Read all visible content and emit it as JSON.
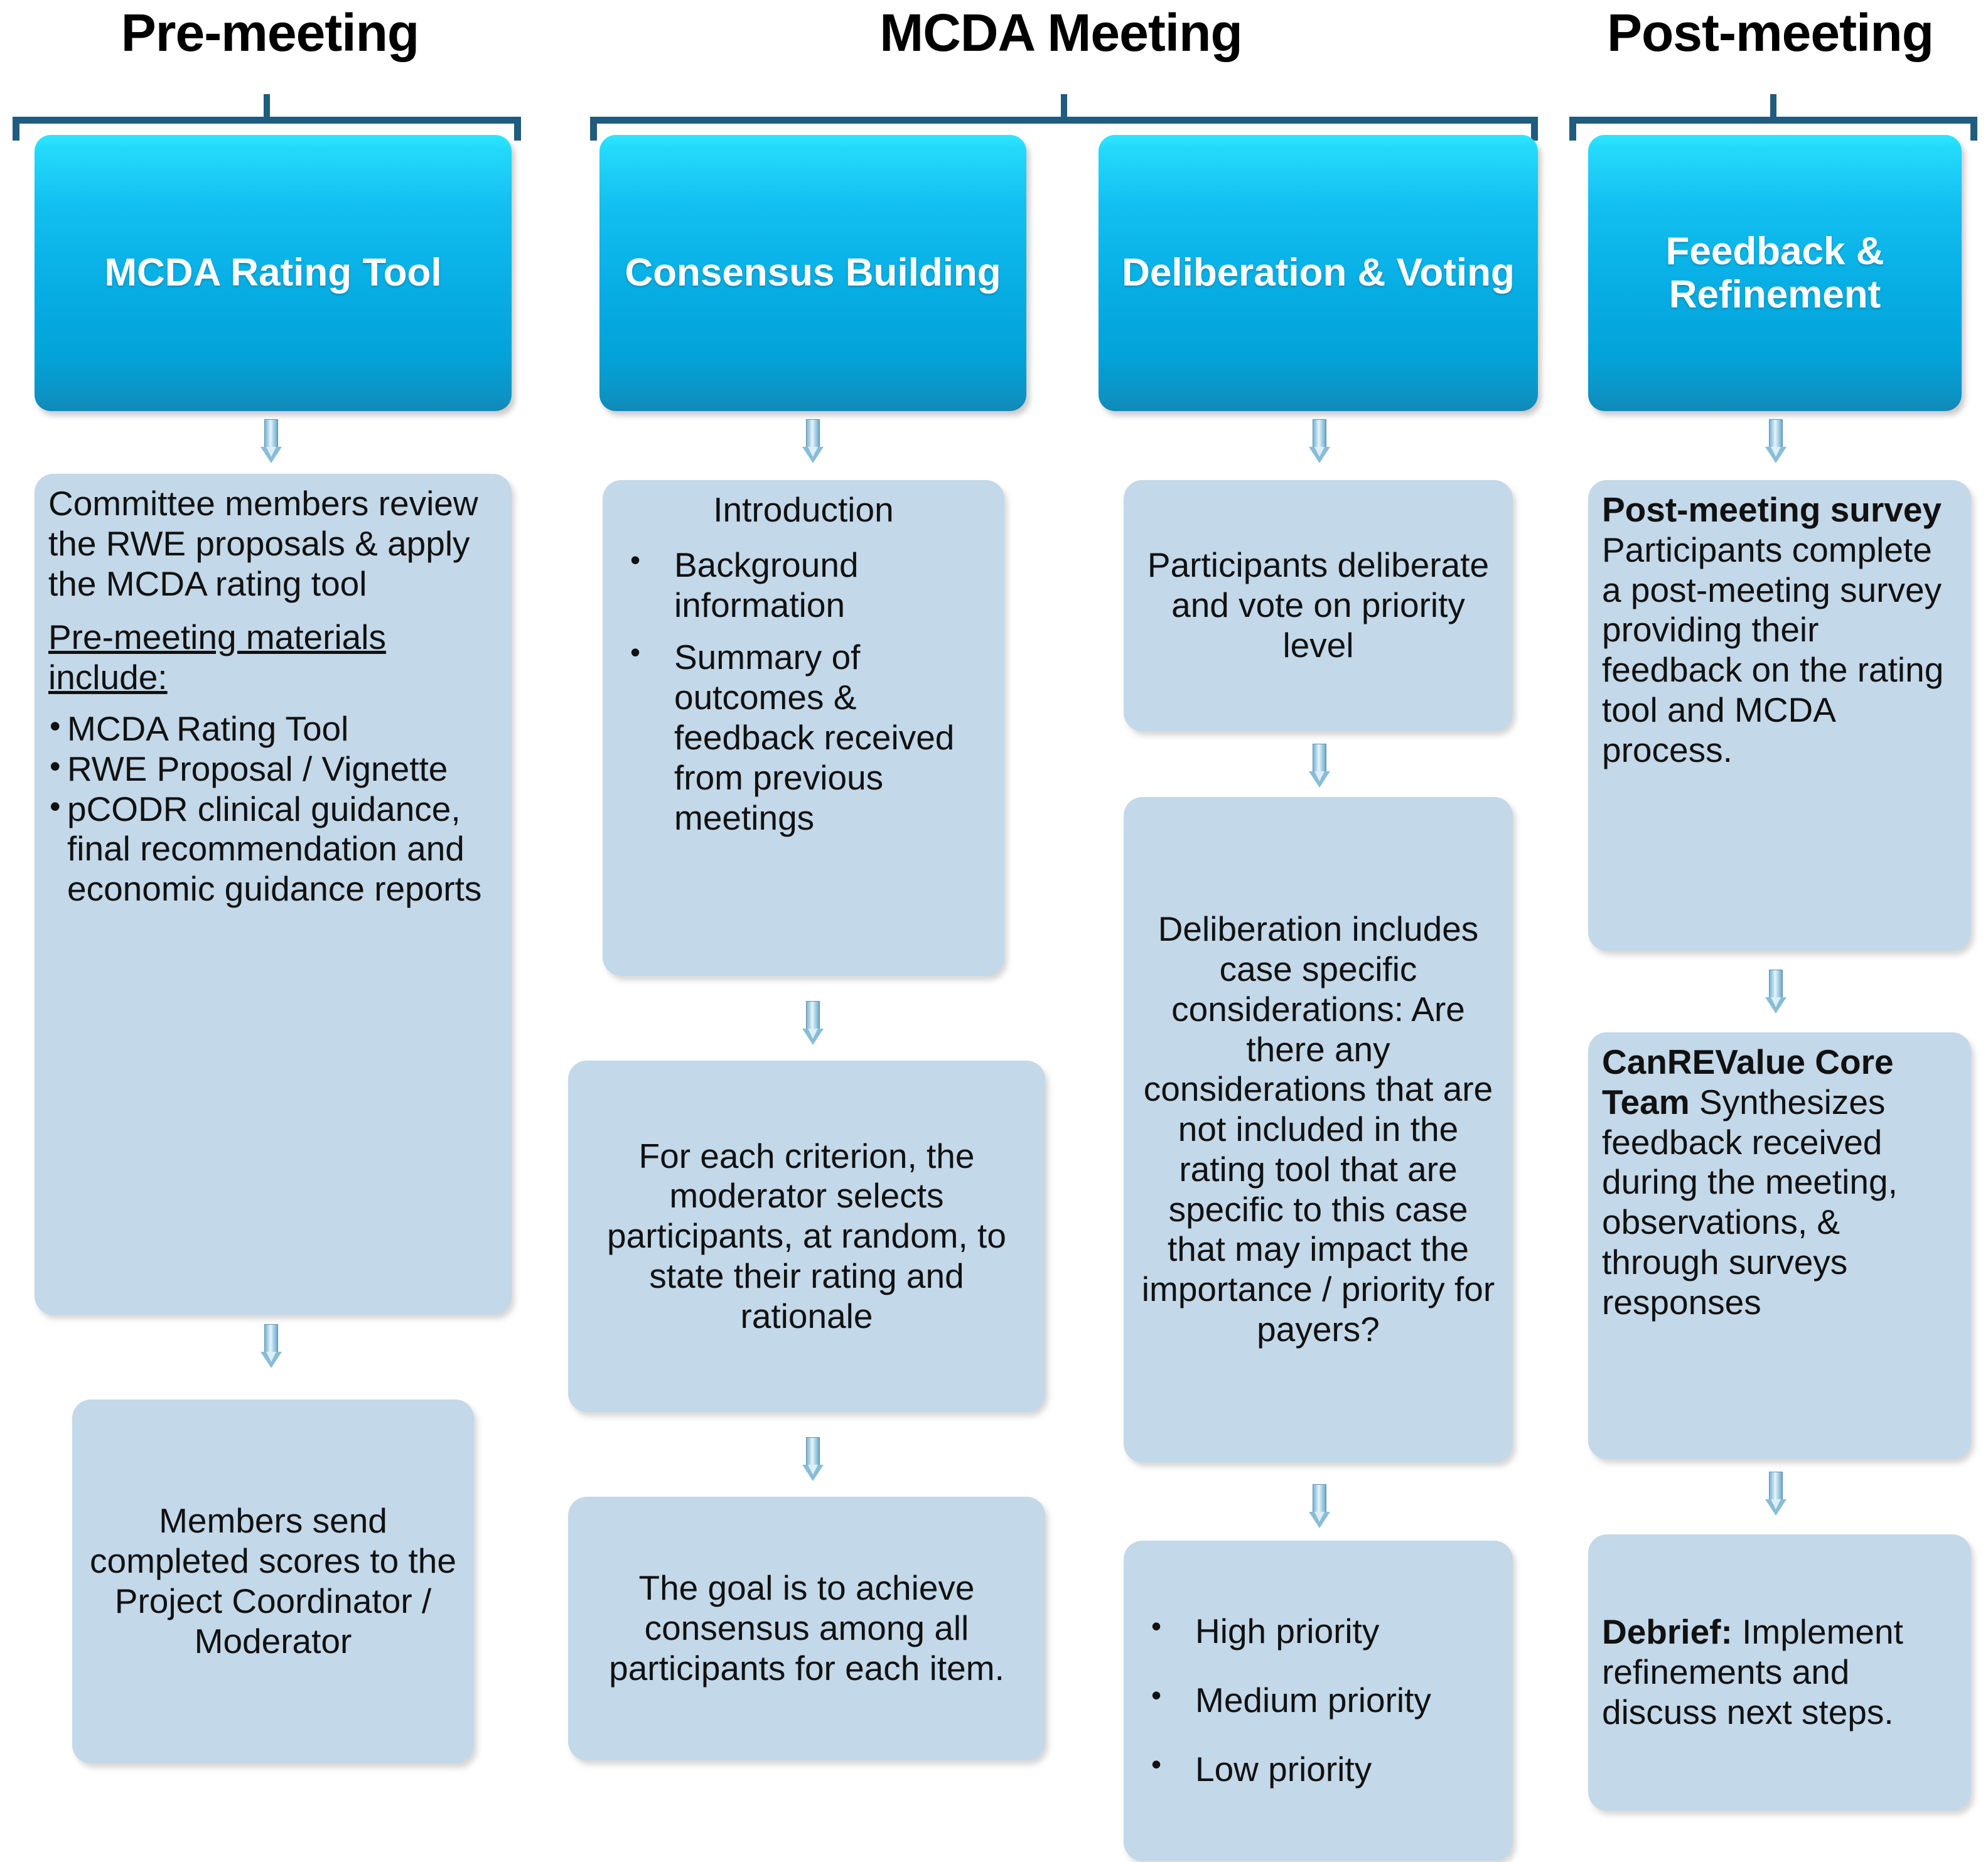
{
  "diagram": {
    "title": "MCDA meeting process flow",
    "colors": {
      "bracket": "#1F5C7E",
      "header_box_top": "#2FE6FF",
      "header_box_bottom": "#1487B4",
      "content_box": "#C3D8E8",
      "arrow": "#89BDD6",
      "text": "#111111",
      "header_text": "#FFFFFF"
    }
  },
  "phases": [
    {
      "id": "pre",
      "label": "Pre-meeting"
    },
    {
      "id": "meeting",
      "label": "MCDA Meeting"
    },
    {
      "id": "post",
      "label": "Post-meeting"
    }
  ],
  "columns": [
    {
      "id": "mcda-rating-tool",
      "header": "MCDA Rating Tool",
      "phase": "Pre-meeting",
      "steps": [
        {
          "id": "committee-review",
          "align": "left",
          "paragraphs": [
            {
              "text": "Committee members review the RWE proposals & apply the MCDA rating tool"
            },
            {
              "text": "Pre-meeting materials include:",
              "underline": true
            }
          ],
          "bullets": [
            "MCDA Rating Tool",
            "RWE Proposal / Vignette",
            "pCODR clinical guidance, final recommendation and economic guidance reports"
          ],
          "bullet_style": "tight"
        },
        {
          "id": "members-send-scores",
          "align": "center",
          "paragraphs": [
            {
              "text": "Members send completed scores to the Project Coordinator / Moderator"
            }
          ],
          "bullets": [],
          "bullet_style": "none"
        }
      ]
    },
    {
      "id": "consensus-building",
      "header": "Consensus Building",
      "phase": "MCDA Meeting",
      "steps": [
        {
          "id": "introduction",
          "align": "center",
          "paragraphs": [
            {
              "text": "Introduction"
            }
          ],
          "bullets": [
            "Background information",
            "Summary of outcomes & feedback received from previous meetings"
          ],
          "bullet_style": "roomy"
        },
        {
          "id": "moderator-selects",
          "align": "center",
          "paragraphs": [
            {
              "text": "For each criterion, the moderator selects participants, at random, to state their rating and rationale"
            }
          ],
          "bullets": [],
          "bullet_style": "none"
        },
        {
          "id": "consensus-goal",
          "align": "center",
          "paragraphs": [
            {
              "text": "The goal is to achieve consensus among all participants for each item."
            }
          ],
          "bullets": [],
          "bullet_style": "none"
        }
      ]
    },
    {
      "id": "deliberation-voting",
      "header": "Deliberation & Voting",
      "phase": "MCDA Meeting",
      "steps": [
        {
          "id": "participants-deliberate",
          "align": "center",
          "paragraphs": [
            {
              "text": "Participants deliberate and vote on priority level"
            }
          ],
          "bullets": [],
          "bullet_style": "none"
        },
        {
          "id": "case-specific-considerations",
          "align": "center",
          "paragraphs": [
            {
              "text": "Deliberation includes case specific considerations: Are there any considerations that are not included in the rating tool that are specific to this case that may impact the importance / priority for payers?"
            }
          ],
          "bullets": [],
          "bullet_style": "none"
        },
        {
          "id": "priority-levels",
          "align": "left",
          "paragraphs": [],
          "bullets": [
            "High priority",
            "Medium priority",
            "Low priority"
          ],
          "bullet_style": "roomy-spaced"
        }
      ]
    },
    {
      "id": "feedback-refinement",
      "header": "Feedback & Refinement",
      "phase": "Post-meeting",
      "steps": [
        {
          "id": "post-meeting-survey",
          "align": "left",
          "paragraphs": [
            {
              "bold_prefix": "Post-meeting survey",
              "text": " Participants complete a post-meeting survey providing their feedback on the rating tool and MCDA process."
            }
          ],
          "bullets": [],
          "bullet_style": "none"
        },
        {
          "id": "core-team-synthesis",
          "align": "left",
          "paragraphs": [
            {
              "bold_prefix": "CanREValue Core Team",
              "text": " Synthesizes feedback received during the meeting, observations, & through surveys responses"
            }
          ],
          "bullets": [],
          "bullet_style": "none"
        },
        {
          "id": "debrief",
          "align": "left",
          "paragraphs": [
            {
              "bold_prefix": "Debrief:",
              "text": " Implement refinements and discuss next steps."
            }
          ],
          "bullets": [],
          "bullet_style": "none"
        }
      ]
    }
  ]
}
